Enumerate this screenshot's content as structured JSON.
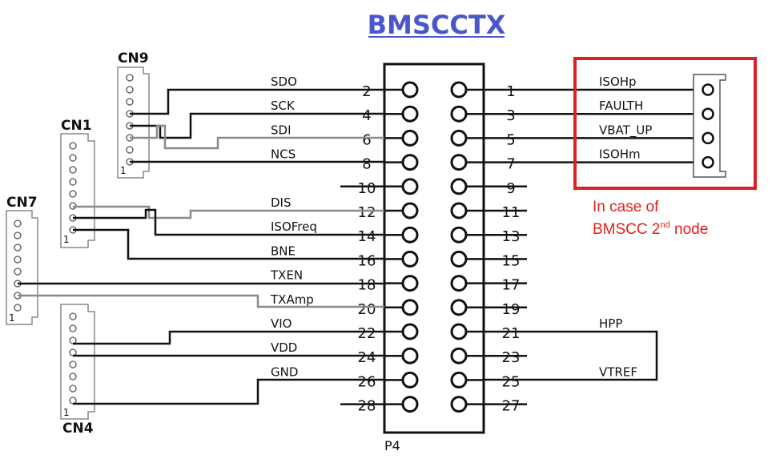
{
  "title": "BMSCCTX",
  "connector_main": {
    "label": "P4"
  },
  "left_connectors": [
    {
      "label": "CN9",
      "first_pin": "1"
    },
    {
      "label": "CN1",
      "first_pin": "1"
    },
    {
      "label": "CN7",
      "first_pin": "1"
    },
    {
      "label": "CN4",
      "first_pin": "1"
    }
  ],
  "left_pins": [
    {
      "signal": "SDO",
      "pin": "2"
    },
    {
      "signal": "SCK",
      "pin": "4"
    },
    {
      "signal": "SDI",
      "pin": "6"
    },
    {
      "signal": "NCS",
      "pin": "8"
    },
    {
      "signal": "",
      "pin": "10"
    },
    {
      "signal": "DIS",
      "pin": "12"
    },
    {
      "signal": "ISOFreq",
      "pin": "14"
    },
    {
      "signal": "BNE",
      "pin": "16"
    },
    {
      "signal": "TXEN",
      "pin": "18"
    },
    {
      "signal": "TXAmp",
      "pin": "20"
    },
    {
      "signal": "VIO",
      "pin": "22"
    },
    {
      "signal": "VDD",
      "pin": "24"
    },
    {
      "signal": "GND",
      "pin": "26"
    },
    {
      "signal": "",
      "pin": "28"
    }
  ],
  "right_pins": [
    {
      "signal": "ISOHp",
      "pin": "1"
    },
    {
      "signal": "FAULTH",
      "pin": "3"
    },
    {
      "signal": "VBAT_UP",
      "pin": "5"
    },
    {
      "signal": "ISOHm",
      "pin": "7"
    },
    {
      "signal": "",
      "pin": "9"
    },
    {
      "signal": "",
      "pin": "11"
    },
    {
      "signal": "",
      "pin": "13"
    },
    {
      "signal": "",
      "pin": "15"
    },
    {
      "signal": "",
      "pin": "17"
    },
    {
      "signal": "",
      "pin": "19"
    },
    {
      "signal": "HPP",
      "pin": "21"
    },
    {
      "signal": "",
      "pin": "23"
    },
    {
      "signal": "VTREF",
      "pin": "25"
    },
    {
      "signal": "",
      "pin": "27"
    }
  ],
  "note": {
    "line1": "In case of",
    "line2": "BMSCC 2",
    "sup": "nd",
    "line2_end": " node"
  },
  "colors": {
    "title": "#4a57c9",
    "note": "#e02020",
    "wire": "#111111",
    "wire_gray": "#8a8a8a"
  }
}
